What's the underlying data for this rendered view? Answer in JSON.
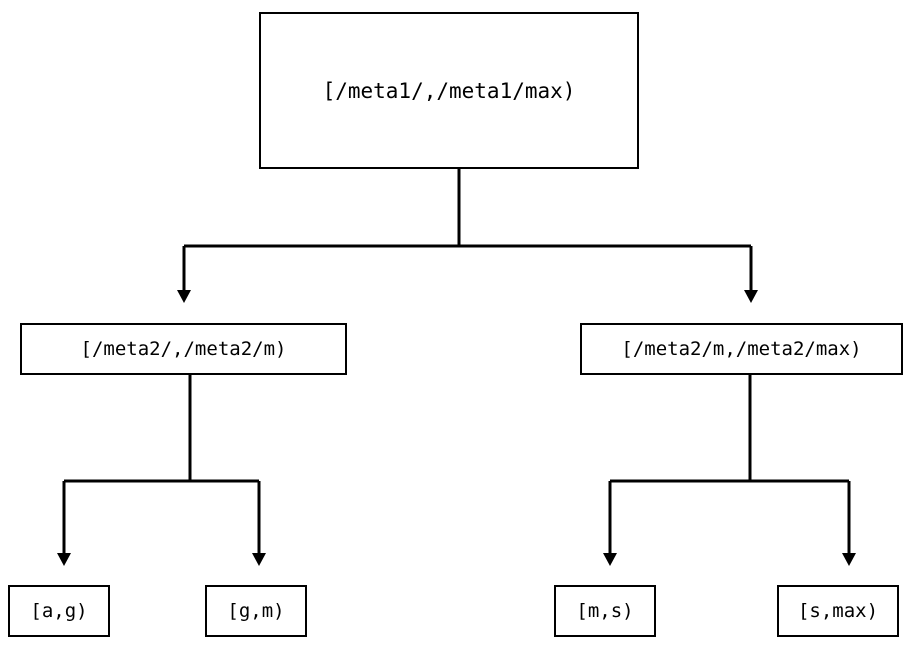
{
  "diagram": {
    "title": "interval-range-tree",
    "stroke_color": "#000000",
    "fill_color": "#ffffff",
    "background_color": "#ffffff",
    "nodes": {
      "root": {
        "label": "[/meta1/,/meta1/max)"
      },
      "mid_left": {
        "label": "[/meta2/,/meta2/m)"
      },
      "mid_right": {
        "label": "[/meta2/m,/meta2/max)"
      },
      "leaf_1": {
        "label": "[a,g)"
      },
      "leaf_2": {
        "label": "[g,m)"
      },
      "leaf_3": {
        "label": "[m,s)"
      },
      "leaf_4": {
        "label": "[s,max)"
      }
    },
    "edges": [
      {
        "from": "root",
        "to": "mid_left",
        "arrow": "down-triangle"
      },
      {
        "from": "root",
        "to": "mid_right",
        "arrow": "down-triangle"
      },
      {
        "from": "mid_left",
        "to": "leaf_1",
        "arrow": "down-triangle"
      },
      {
        "from": "mid_left",
        "to": "leaf_2",
        "arrow": "down-triangle"
      },
      {
        "from": "mid_right",
        "to": "leaf_3",
        "arrow": "down-triangle"
      },
      {
        "from": "mid_right",
        "to": "leaf_4",
        "arrow": "down-triangle"
      }
    ]
  }
}
